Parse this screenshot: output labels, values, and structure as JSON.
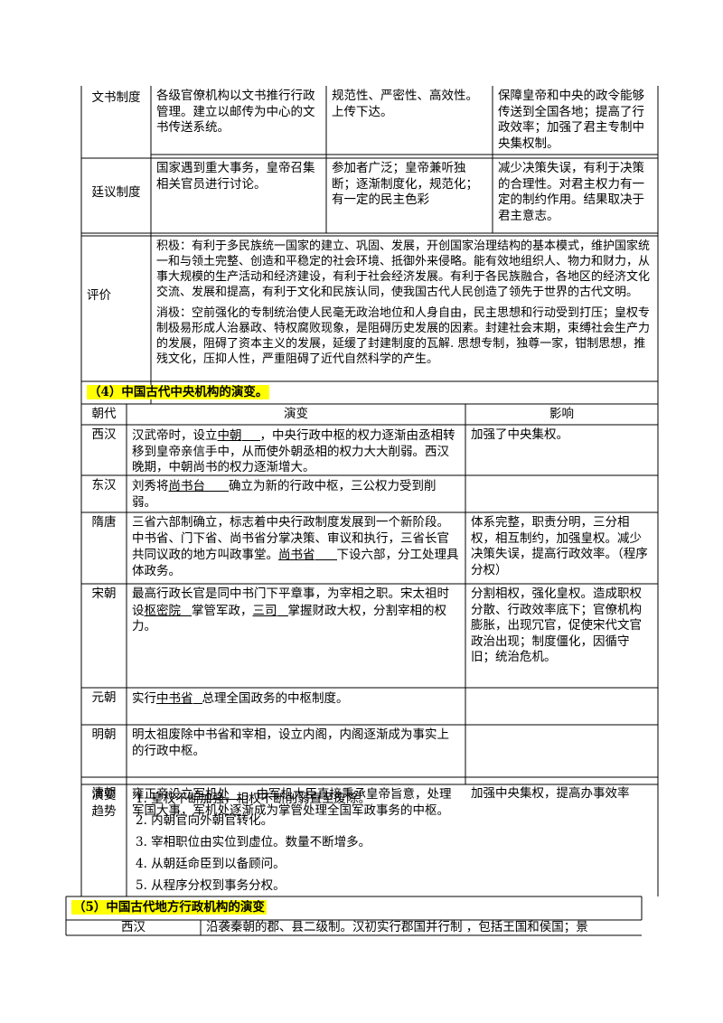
{
  "table1": {
    "rows": [
      {
        "label": "文书制度",
        "c1": "各级官僚机构以文书推行行政管理。建立以邮传为中心的文书传送系统。",
        "c2": "规范性、严密性、高效性。上传下达。",
        "c3": "保障皇帝和中央的政令能够传送到全国各地；提高了行政效率；加强了君主专制中央集权制。"
      },
      {
        "label": "廷议制度",
        "c1": "国家遇到重大事务，皇帝召集相关官员进行讨论。",
        "c2": "参加者广泛；皇帝兼听独断；逐渐制度化，规范化；有一定的民主色彩",
        "c3": "减少决策失误，有利于决策的合理性。对君主权力有一定的制约作用。结果取决于君主意志。"
      }
    ],
    "evaluation": {
      "label": "评价",
      "positive": "积极：有利于多民族统一国家的建立、巩固、发展，开创国家治理结构的基本模式，维护国家统一和与领土完整、创造和平稳定的社会环境、抵御外来侵略。能有效地组织人、物力和财力，从事大规模的生产活动和经济建设，有利于社会经济发展。有利于各民族融合，各地区的经济文化交流、发展和提高，有利于文化和民族认同，使我国古代人民创造了领先于世界的古代文明。",
      "negative": "消极：空前强化的专制统治使人民毫无政治地位和人身自由，民主思想和行动受到打压；皇权专制极易形成人治暴政、特权腐败现象，是阻碍历史发展的因素。封建社会末期，束缚社会生产力的发展，阻碍了资本主义的发展，延缓了封建制度的瓦解. 思想专制，独尊一家，钳制思想，推残文化，压抑人性，严重阻碍了近代自然科学的产生。"
    }
  },
  "section4": {
    "title": "（4）中国古代中央机构的演变。",
    "headers": [
      "朝代",
      "演变",
      "影响"
    ],
    "rows": {
      "xihan": {
        "dynasty": "西汉",
        "a": "汉武帝时，设立",
        "b": "中朝",
        "c": "，中央行政中枢的权力逐渐由丞相转移到皇帝亲信手中，从而使外朝丞相的权力大大削弱。西汉晚期，中朝尚书的权力逐渐增大。",
        "impact": "加强了中央集权。"
      },
      "donghan": {
        "dynasty": "东汉",
        "a": "刘秀将",
        "b": "尚书台",
        "c": "确立为新的行政中枢，三公权力受到削弱。",
        "impact": ""
      },
      "suitang": {
        "dynasty": "隋唐",
        "a": "三省六部制确立，标志着中央行政制度发展到一个新阶段。中书省、门下省、尚书省分掌决策、审议和执行，三省长官共同议政的地方叫政事堂。",
        "b": "尚书省",
        "c": "下设六部，分工处理具体政务。",
        "impact": "体系完整，职责分明，三分相权，相互制约，加强皇权。减少决策失误，提高行政效率。（程序分权）"
      },
      "song": {
        "dynasty": "宋朝",
        "a": "最高行政长官是同中书门下平章事，为宰相之职。宋太祖时设",
        "b": "枢密院",
        "c": "掌管军政，",
        "d": "三司",
        "e": "掌握财政大权，分割宰相的权力。",
        "impact": "分割相权，强化皇权。造成职权分散、行政效率底下；官僚机构膨胀，出现冗官，促使宋代文官政治出现；制度僵化，因循守旧；统治危机。"
      },
      "yuan": {
        "dynasty": "元朝",
        "a": "实行",
        "b": "中书省",
        "c": "总理全国政务的中枢制度。",
        "impact": ""
      },
      "ming": {
        "dynasty": "明朝",
        "a": "明太祖废除中书省和宰相，设立内阁，内阁逐渐成为事实上的行政中枢。",
        "impact": ""
      },
      "qing": {
        "dynasty": "清朝",
        "a": "雍正帝设立",
        "b": "军机处",
        "c": "，由军机大臣直接秉承皇帝旨意，处理军国大事，军机处逐渐成为掌管处理全国军政事务的中枢。",
        "impact": "加强中央集权，提高办事效率"
      }
    },
    "trend": {
      "label_line1": "演变",
      "label_line2": "趋势",
      "items": [
        "1. 皇权不断加强，相权不断削弱直至废除。",
        "2. 内朝官向外朝官转化。",
        "3. 宰相职位由实位到虚位。数量不断增多。",
        "4. 从朝廷命臣到以备顾问。",
        "5. 从程序分权到事务分权。"
      ]
    }
  },
  "section5": {
    "title": "（5）中国古代地方行政机构的演变",
    "rows": [
      {
        "label": "西汉",
        "text": "沿袭秦朝的郡、县二级制。汉初实行郡国并行制 ，包括王国和侯国；景"
      }
    ]
  }
}
